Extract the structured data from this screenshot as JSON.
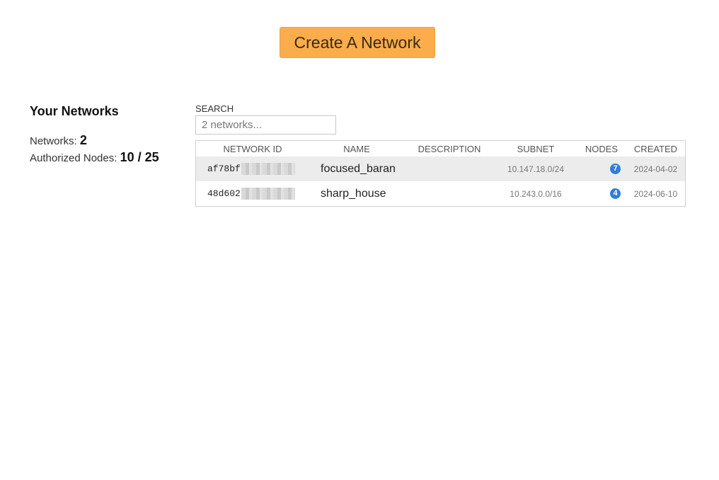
{
  "header": {
    "create_button_label": "Create A Network"
  },
  "summary": {
    "title": "Your Networks",
    "networks_label": "Networks:",
    "networks_count": "2",
    "nodes_label": "Authorized Nodes:",
    "nodes_value": "10 / 25"
  },
  "search": {
    "label": "SEARCH",
    "placeholder": "2 networks..."
  },
  "table": {
    "columns": [
      "NETWORK ID",
      "NAME",
      "DESCRIPTION",
      "SUBNET",
      "NODES",
      "CREATED"
    ],
    "rows": [
      {
        "network_id_prefix": "af78bf",
        "network_id_redacted": true,
        "name": "focused_baran",
        "description": "",
        "subnet": "10.147.18.0/24",
        "nodes": "7",
        "created": "2024-04-02"
      },
      {
        "network_id_prefix": "48d602",
        "network_id_redacted": true,
        "name": "sharp_house",
        "description": "",
        "subnet": "10.243.0.0/16",
        "nodes": "4",
        "created": "2024-06-10"
      }
    ]
  },
  "colors": {
    "primary_button": "#fbad4c",
    "node_badge": "#2f7ed8",
    "row_highlight": "#ececec"
  }
}
